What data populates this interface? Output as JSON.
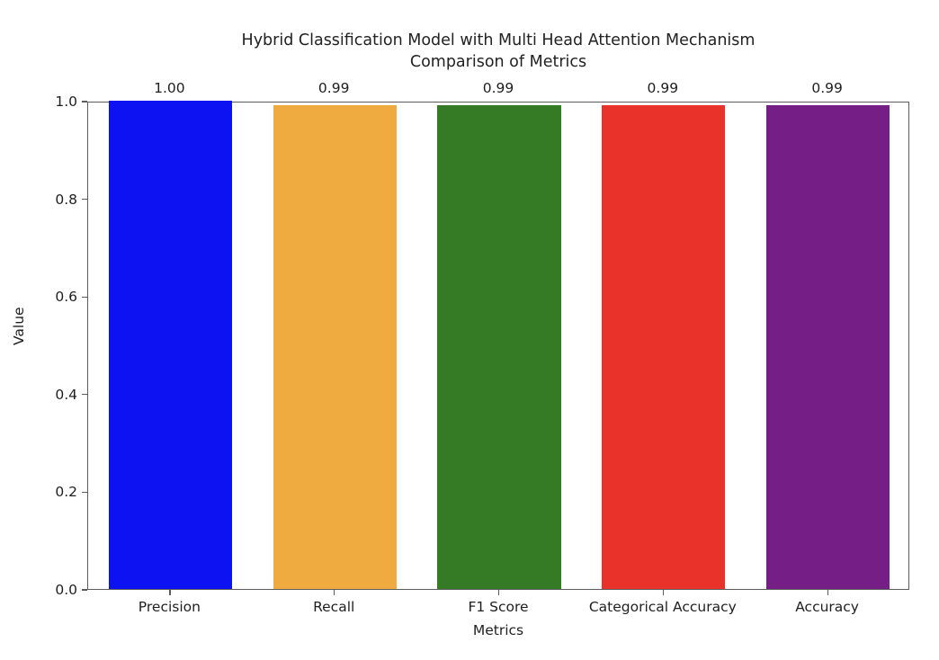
{
  "chart_data": {
    "type": "bar",
    "title": "Hybrid Classification Model with Multi Head Attention Mechanism\nComparison of Metrics",
    "title_line1": "Hybrid Classification Model with Multi Head Attention Mechanism",
    "title_line2": "Comparison of Metrics",
    "xlabel": "Metrics",
    "ylabel": "Value",
    "categories": [
      "Precision",
      "Recall",
      "F1 Score",
      "Categorical Accuracy",
      "Accuracy"
    ],
    "values": [
      1.0,
      0.99,
      0.99,
      0.99,
      0.99
    ],
    "value_labels": [
      "1.00",
      "0.99",
      "0.99",
      "0.99",
      "0.99"
    ],
    "colors": [
      "#0D12F2",
      "#EFAB3F",
      "#357A24",
      "#E8322A",
      "#751E86"
    ],
    "ylim": [
      0.0,
      1.0
    ],
    "xlim": [
      -0.5,
      4.5
    ],
    "yticks": [
      0.0,
      0.2,
      0.4,
      0.6,
      0.8,
      1.0
    ],
    "ytick_labels": [
      "0.0",
      "0.2",
      "0.4",
      "0.6",
      "0.8",
      "1.0"
    ],
    "grid": false,
    "legend": null,
    "bar_width": 0.75,
    "background_color": "#FFFFFF",
    "axes_edge_color": "#5C5C5C"
  }
}
